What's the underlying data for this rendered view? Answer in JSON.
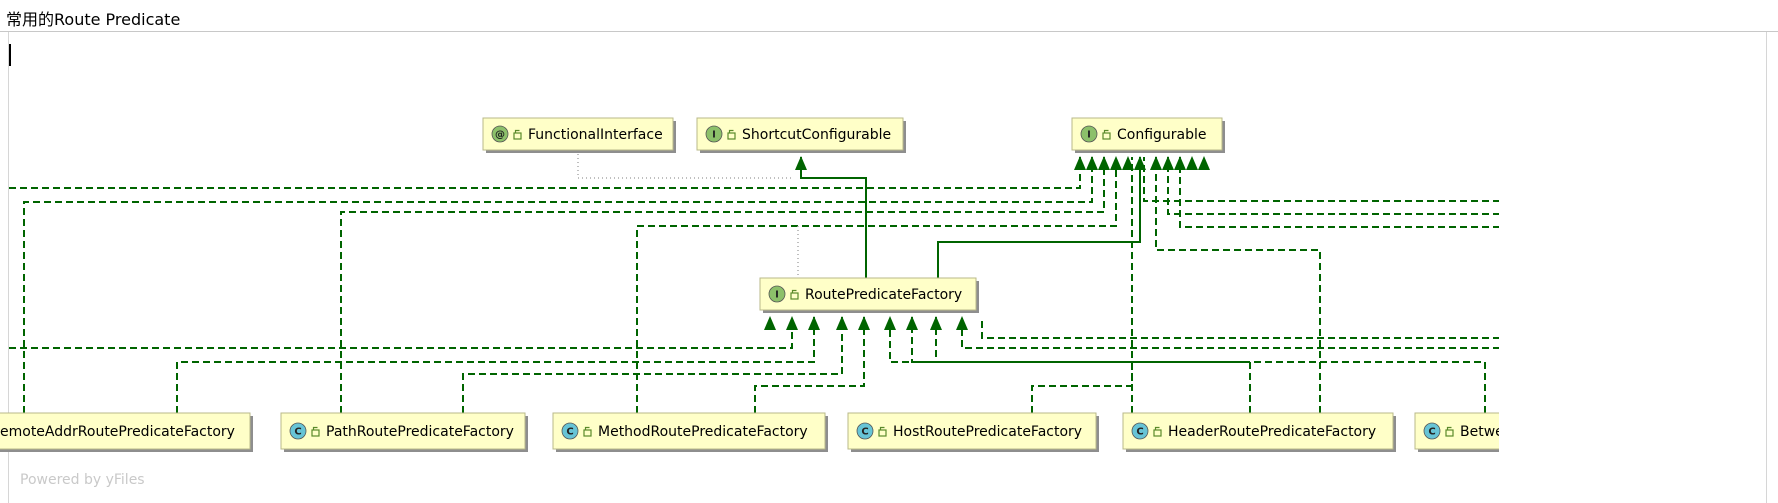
{
  "title": "常用的Route Predicate",
  "watermark": "Powered by yFiles",
  "colors": {
    "node_fill": "#ffffc8",
    "edge": "#006400",
    "class_badge": "#67c4d6",
    "interface_badge": "#8cc06a"
  },
  "nodes": [
    {
      "label": "FunctionalInterface",
      "badge": "@",
      "kind": "annotation",
      "icon": "annotation-icon"
    },
    {
      "label": "ShortcutConfigurable",
      "badge": "I",
      "kind": "interface",
      "icon": "interface-icon"
    },
    {
      "label": "Configurable",
      "badge": "I",
      "kind": "interface",
      "icon": "interface-icon"
    },
    {
      "label": "RoutePredicateFactory",
      "badge": "I",
      "kind": "interface",
      "icon": "interface-icon"
    },
    {
      "label": "emoteAddrRoutePredicateFactory",
      "badge": "",
      "kind": "class",
      "icon": "class-icon"
    },
    {
      "label": "PathRoutePredicateFactory",
      "badge": "C",
      "kind": "class",
      "icon": "class-icon"
    },
    {
      "label": "MethodRoutePredicateFactory",
      "badge": "C",
      "kind": "class",
      "icon": "class-icon"
    },
    {
      "label": "HostRoutePredicateFactory",
      "badge": "C",
      "kind": "class",
      "icon": "class-icon"
    },
    {
      "label": "HeaderRoutePredicateFactory",
      "badge": "C",
      "kind": "class",
      "icon": "class-icon"
    },
    {
      "label": "Betwe",
      "badge": "C",
      "kind": "class",
      "icon": "class-icon"
    }
  ]
}
